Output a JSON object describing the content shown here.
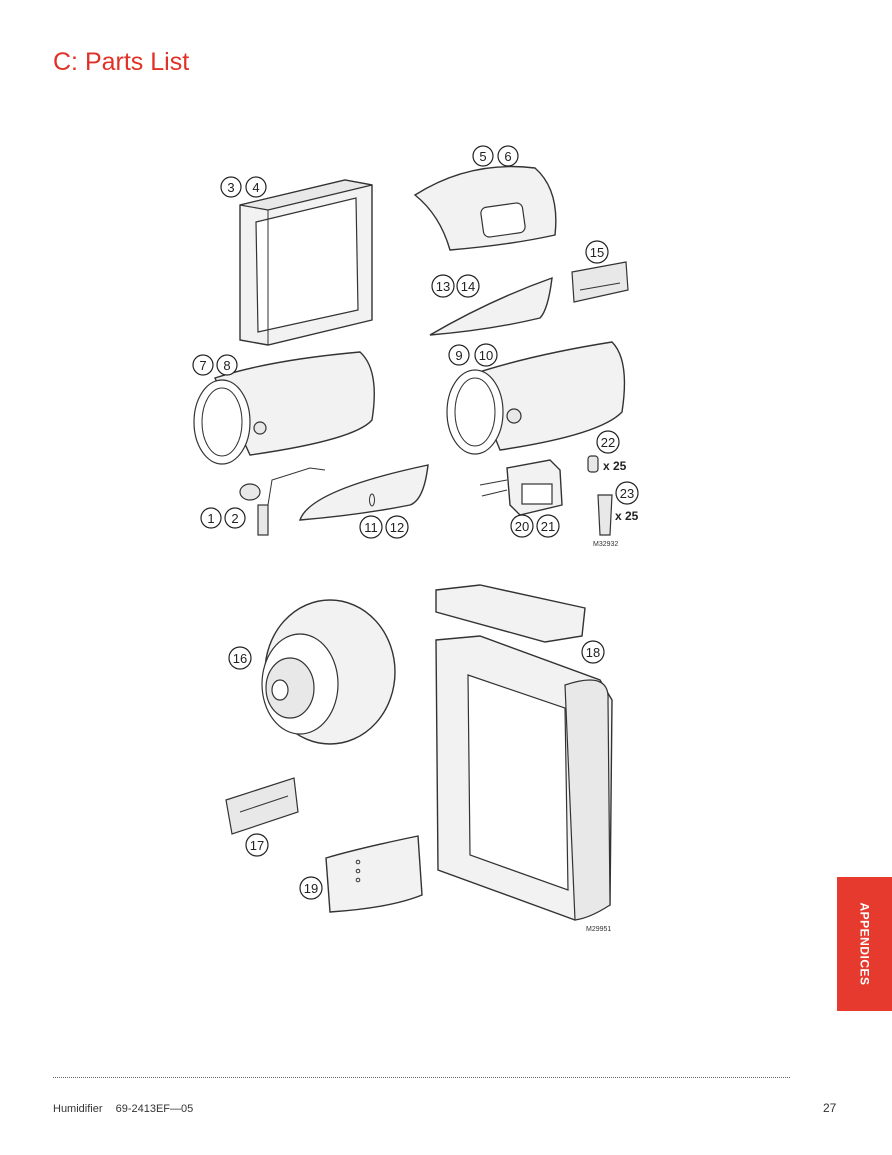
{
  "header": {
    "title": "C: Parts List"
  },
  "side_tab": {
    "label": "APPENDICES"
  },
  "figure_top": {
    "code": "M32932",
    "callouts": [
      "1",
      "2",
      "3",
      "4",
      "5",
      "6",
      "7",
      "8",
      "9",
      "10",
      "11",
      "12",
      "13",
      "14",
      "15",
      "20",
      "21",
      "22",
      "23"
    ],
    "qty_22": "x 25",
    "qty_23": "x 25"
  },
  "figure_bottom": {
    "code": "M29951",
    "callouts": [
      "16",
      "17",
      "18",
      "19"
    ]
  },
  "footer": {
    "product": "Humidifier",
    "doc_number": "69-2413EF—05",
    "page_number": "27"
  }
}
